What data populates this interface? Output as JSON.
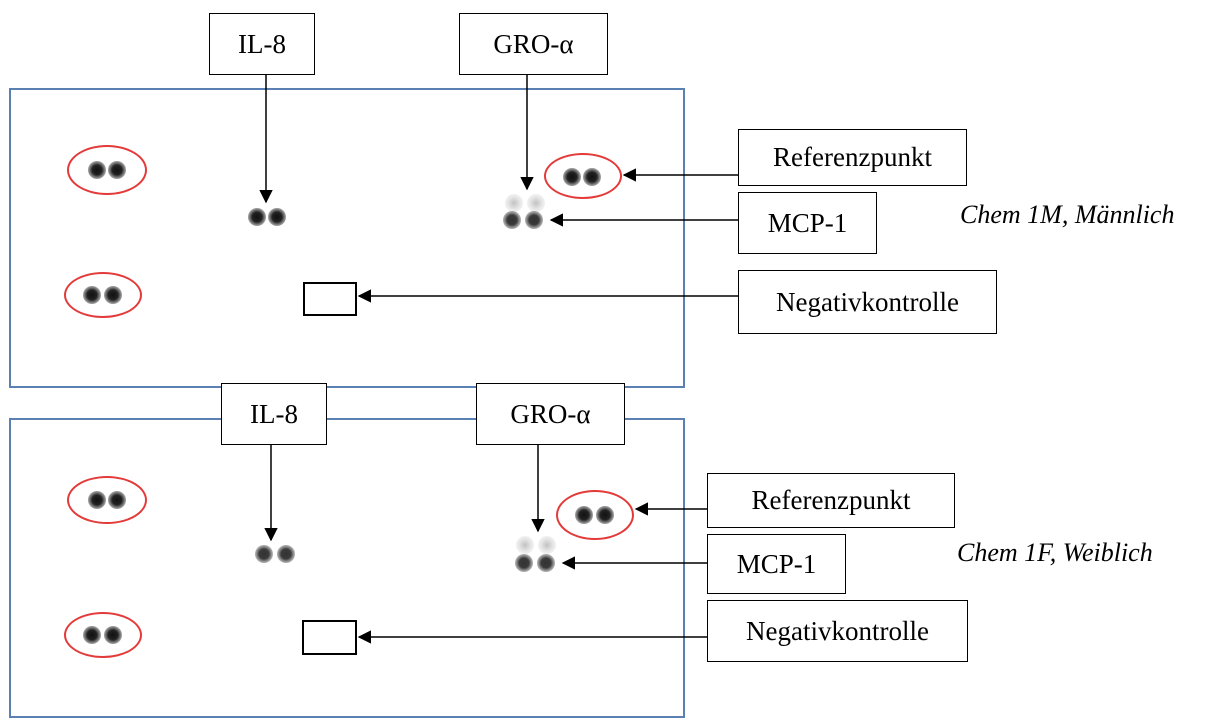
{
  "panels": [
    {
      "caption": "Chem 1M, Männlich",
      "labels": {
        "il8": "IL-8",
        "gro": "GRO-α",
        "reference": "Referenzpunkt",
        "mcp": "MCP-1",
        "negative": "Negativkontrolle"
      }
    },
    {
      "caption": "Chem 1F, Weiblich",
      "labels": {
        "il8": "IL-8",
        "gro": "GRO-α",
        "reference": "Referenzpunkt",
        "mcp": "MCP-1",
        "negative": "Negativkontrolle"
      }
    }
  ],
  "colors": {
    "membrane_border": "#5b80b4",
    "reference_ring": "#e33a3a",
    "spot": "#111111"
  }
}
